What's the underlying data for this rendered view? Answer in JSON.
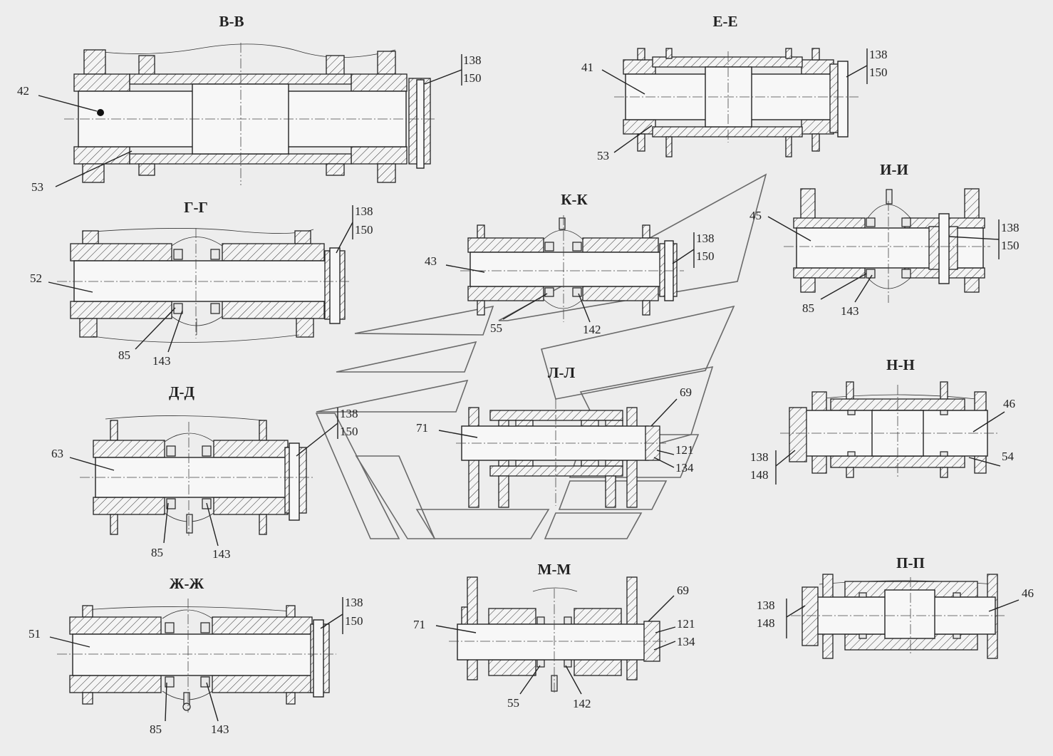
{
  "sections": [
    {
      "title": "В-В",
      "labels": [
        "42",
        "53",
        "138",
        "150"
      ]
    },
    {
      "title": "Е-Е",
      "labels": [
        "41",
        "53",
        "138",
        "150"
      ]
    },
    {
      "title": "Г-Г",
      "labels": [
        "52",
        "85",
        "143",
        "138",
        "150"
      ]
    },
    {
      "title": "К-К",
      "labels": [
        "43",
        "55",
        "142",
        "138",
        "150"
      ]
    },
    {
      "title": "И-И",
      "labels": [
        "45",
        "85",
        "143",
        "138",
        "150"
      ]
    },
    {
      "title": "Д-Д",
      "labels": [
        "63",
        "85",
        "143",
        "138",
        "150"
      ]
    },
    {
      "title": "Л-Л",
      "labels": [
        "71",
        "69",
        "121",
        "134"
      ]
    },
    {
      "title": "Н-Н",
      "labels": [
        "46",
        "54",
        "138",
        "148"
      ]
    },
    {
      "title": "Ж-Ж",
      "labels": [
        "51",
        "85",
        "143",
        "138",
        "150"
      ]
    },
    {
      "title": "М-М",
      "labels": [
        "71",
        "69",
        "121",
        "134",
        "55",
        "142"
      ]
    },
    {
      "title": "П-П",
      "labels": [
        "46",
        "138",
        "148"
      ]
    }
  ]
}
